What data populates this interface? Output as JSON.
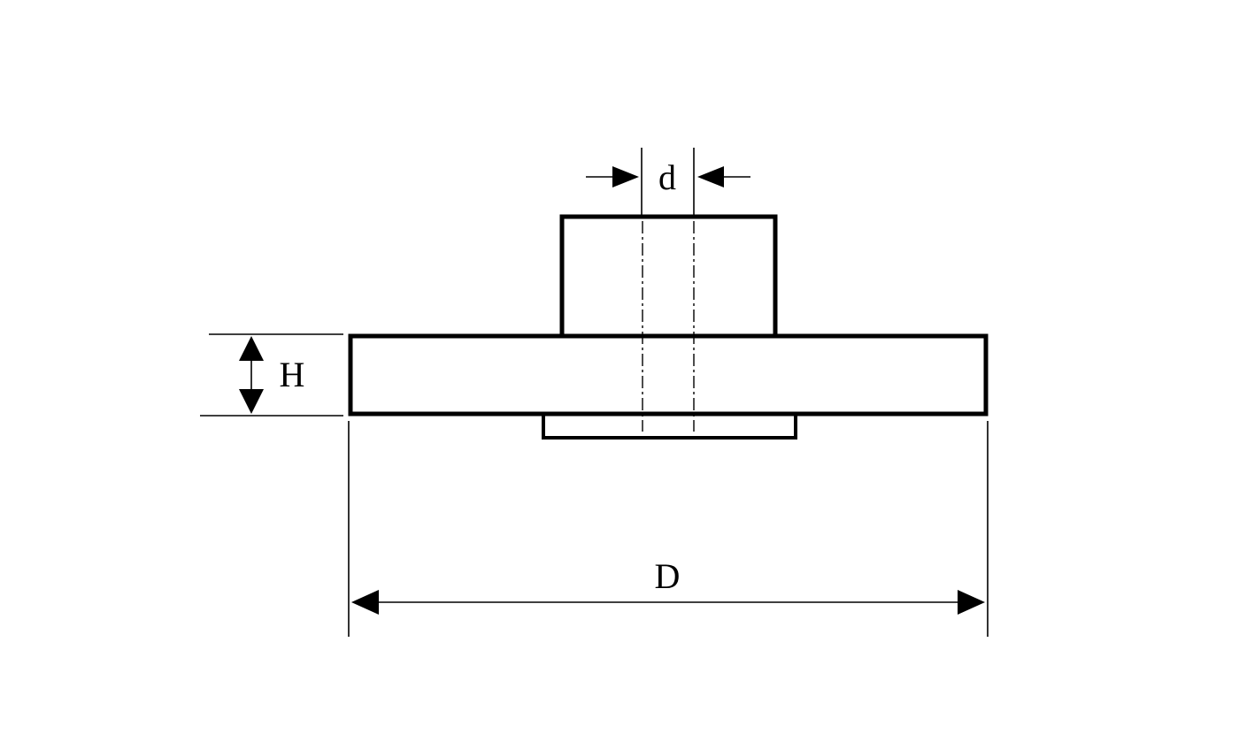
{
  "diagram": {
    "labels": {
      "diameter_small": "d",
      "height": "H",
      "diameter_large": "D"
    },
    "colors": {
      "line": "#000000",
      "background": "#ffffff"
    }
  }
}
